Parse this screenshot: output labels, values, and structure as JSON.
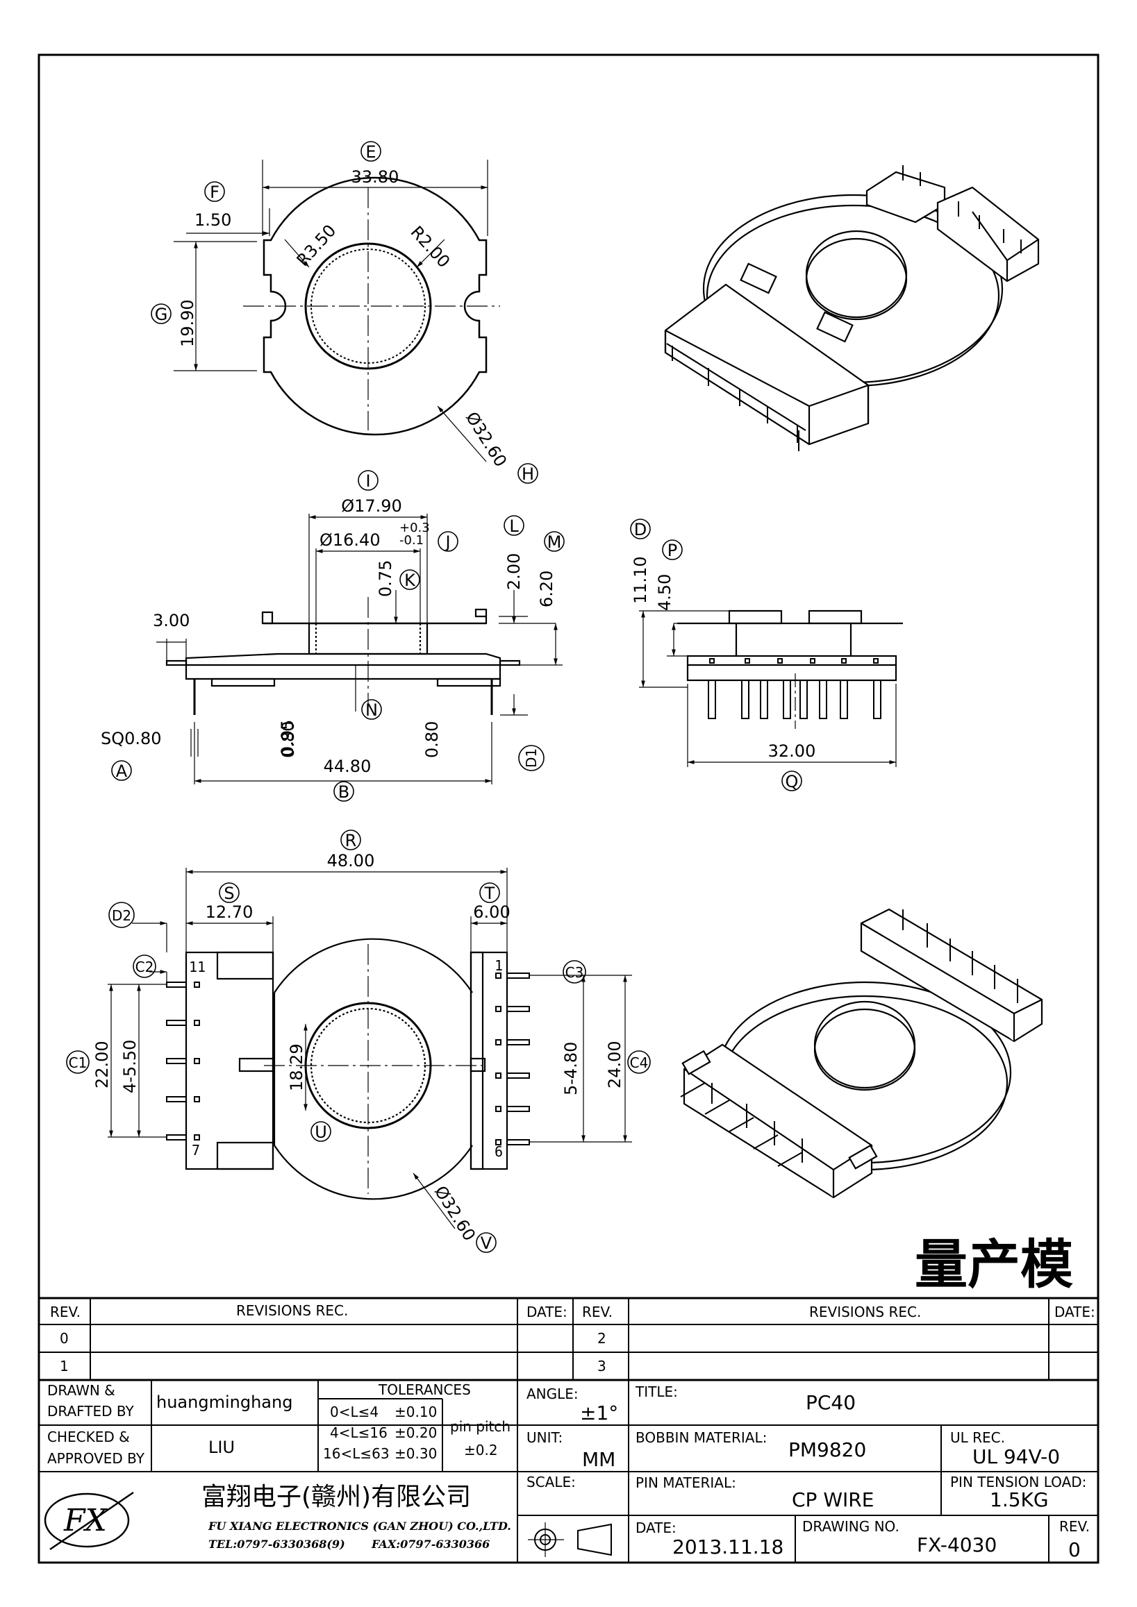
{
  "stamp": "量产模",
  "views": {
    "top": {
      "labels": {
        "E": "E",
        "F": "F",
        "G": "G",
        "H": "H"
      },
      "dims": {
        "width": "33.80",
        "flange": "1.50",
        "r1": "R3.50",
        "r2": "R2.00",
        "height": "19.90",
        "dia": "Ø32.60"
      }
    },
    "side": {
      "labels": {
        "I": "I",
        "J": "J",
        "K": "K",
        "L": "L",
        "M": "M",
        "N": "N",
        "A": "A",
        "B": "B",
        "D1": "D1"
      },
      "dims": {
        "d1": "Ø17.90",
        "d2": "Ø16.40",
        "tol_up": "+0.3",
        "tol_dn": "-0.1",
        "k": "0.75",
        "l": "2.00",
        "m": "6.20",
        "left": "3.00",
        "n": "0.95",
        "p1": "0.80",
        "p2": "0.80",
        "sq": "SQ0.80",
        "width": "44.80"
      }
    },
    "end": {
      "labels": {
        "D": "D",
        "P": "P",
        "Q": "Q"
      },
      "dims": {
        "h": "11.10",
        "p": "4.50",
        "w": "32.00"
      }
    },
    "bottom": {
      "labels": {
        "R": "R",
        "S": "S",
        "T": "T",
        "D2": "D2",
        "C2": "C2",
        "C1": "C1",
        "C3": "C3",
        "C4": "C4",
        "U": "U",
        "V": "V"
      },
      "dims": {
        "w": "48.00",
        "s": "12.70",
        "t": "6.00",
        "c1": "22.00",
        "c1p": "4-5.50",
        "u": "18.29",
        "c3": "5-4.80",
        "c4": "24.00",
        "dia": "Ø32.60"
      },
      "pins": {
        "p11": "11",
        "p7": "7",
        "p1": "1",
        "p6": "6"
      }
    }
  },
  "titleblock": {
    "rev_header": "REV.",
    "revisions_header": "REVISIONS   REC.",
    "date_header": "DATE:",
    "rev_rows_left": [
      "0",
      "1"
    ],
    "rev_rows_right": [
      "2",
      "3"
    ],
    "drawn_label": "DRAWN  &\nDRAFTED  BY",
    "drawn_value": "huangminghang",
    "checked_label": "CHECKED  &\nAPPROVED  BY",
    "checked_value": "LIU",
    "tolerances_label": "TOLERANCES",
    "tol_rows": [
      [
        "0<L≤4",
        "±0.10"
      ],
      [
        "4<L≤16",
        "±0.20"
      ],
      [
        "16<L≤63",
        "±0.30"
      ]
    ],
    "pin_pitch_label": "pin  pitch",
    "pin_pitch_value": "±0.2",
    "angle_label": "ANGLE:",
    "angle_value": "±1°",
    "unit_label": "UNIT:",
    "unit_value": "MM",
    "scale_label": "SCALE:",
    "title_label": "TITLE:",
    "title_value": "PC40",
    "bobbin_label": "BOBBIN  MATERIAL:",
    "bobbin_value": "PM9820",
    "ul_label": "UL  REC.",
    "ul_value": "UL  94V-0",
    "pin_material_label": "PIN  MATERIAL:",
    "pin_material_value": "CP  WIRE",
    "tension_label": "PIN  TENSION  LOAD:",
    "tension_value": "1.5KG",
    "date_label": "DATE:",
    "date_value": "2013.11.18",
    "drawing_no_label": "DRAWING  NO.",
    "drawing_no_value": "FX-4030",
    "rev_label": "REV.",
    "rev_value": "0",
    "company_cn": "富翔电子(赣州)有限公司",
    "company_en": "FU XIANG ELECTRONICS (GAN ZHOU) CO.,LTD.",
    "tel": "TEL:0797-6330368(9)",
    "fax": "FAX:0797-6330366",
    "logo_text": "FX"
  }
}
